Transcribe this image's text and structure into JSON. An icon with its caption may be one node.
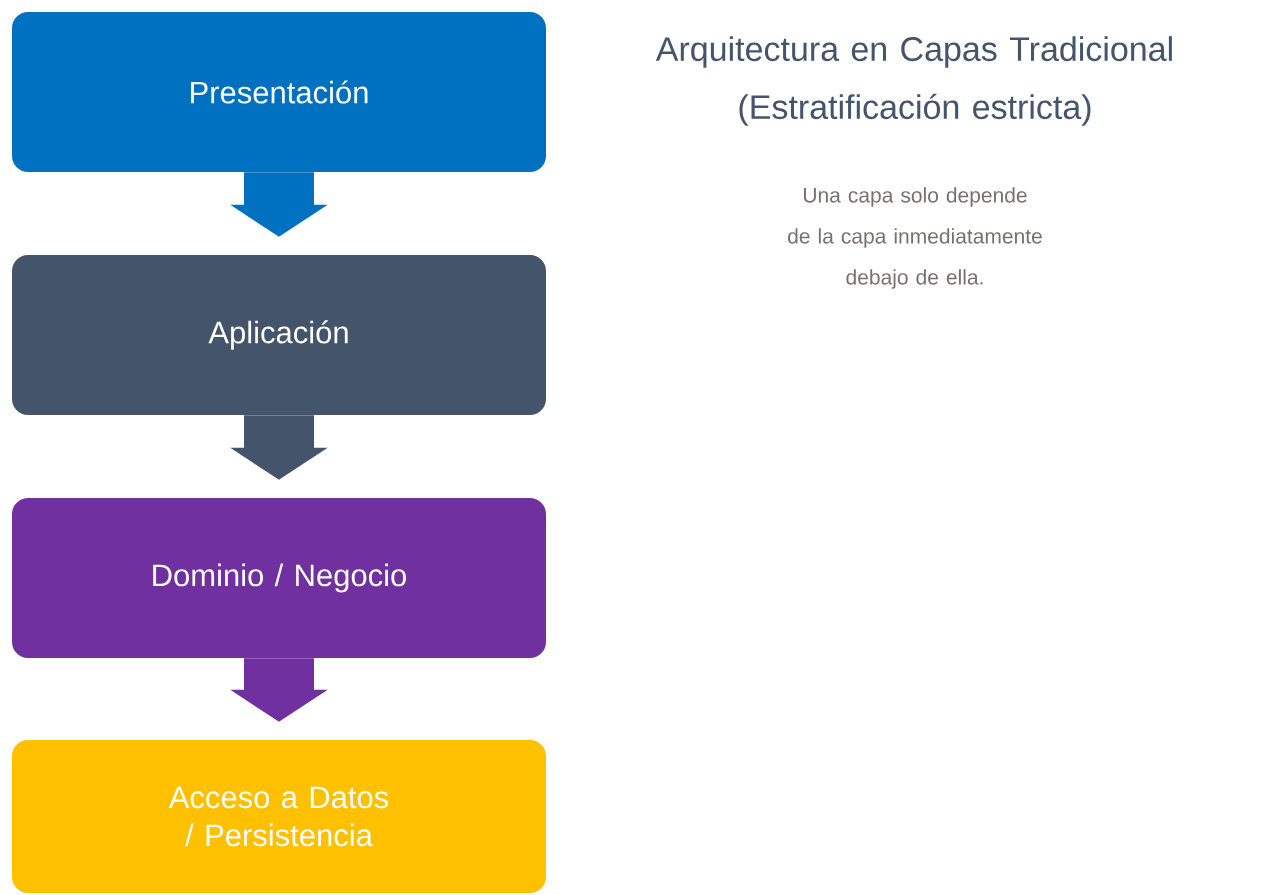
{
  "diagram": {
    "title": "Arquitectura en Capas Tradicional (Estratificación estricta)",
    "nodes": [
      {
        "text": [
          "Presentación"
        ]
      },
      {
        "text": [
          "Aplicación"
        ]
      },
      {
        "text": [
          "Dominio / Negocio"
        ]
      },
      {
        "text": [
          "Acceso a Datos / Persistencia"
        ]
      }
    ],
    "edges": [
      {
        "from": 0,
        "to": 1,
        "arrow": "to",
        "color": "#0070c0"
      },
      {
        "from": 1,
        "to": 2,
        "arrow": "to",
        "color": "#44546a"
      },
      {
        "from": 2,
        "to": 3,
        "arrow": "to",
        "color": "#7030a0"
      }
    ],
    "labels": [
      "Una capa solo depende de la capa inmediatamente debajo de ella."
    ]
  }
}
